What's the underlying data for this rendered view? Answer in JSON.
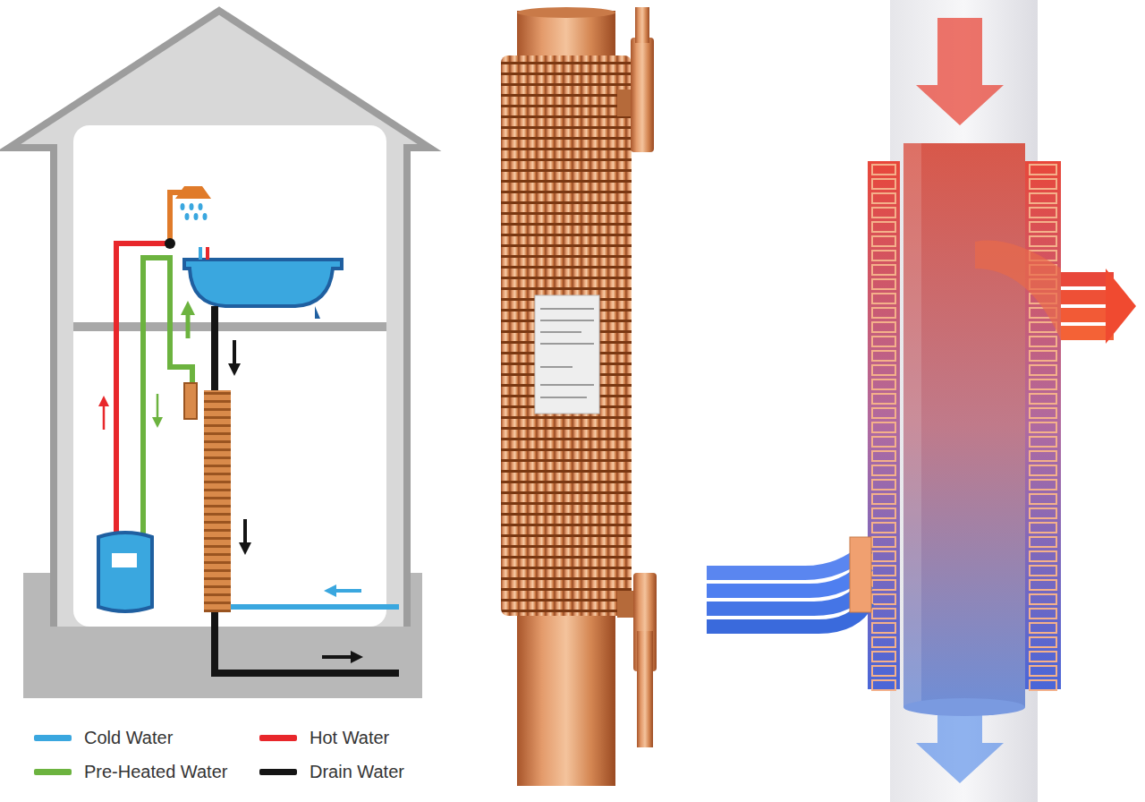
{
  "diagram": {
    "legend": [
      {
        "text": "Cold Water",
        "color": "#3aa7df"
      },
      {
        "text": "Hot Water",
        "color": "#e8272b"
      },
      {
        "text": "Pre-Heated Water",
        "color": "#6cb33f"
      },
      {
        "text": "Drain Water",
        "color": "#141414"
      }
    ]
  }
}
